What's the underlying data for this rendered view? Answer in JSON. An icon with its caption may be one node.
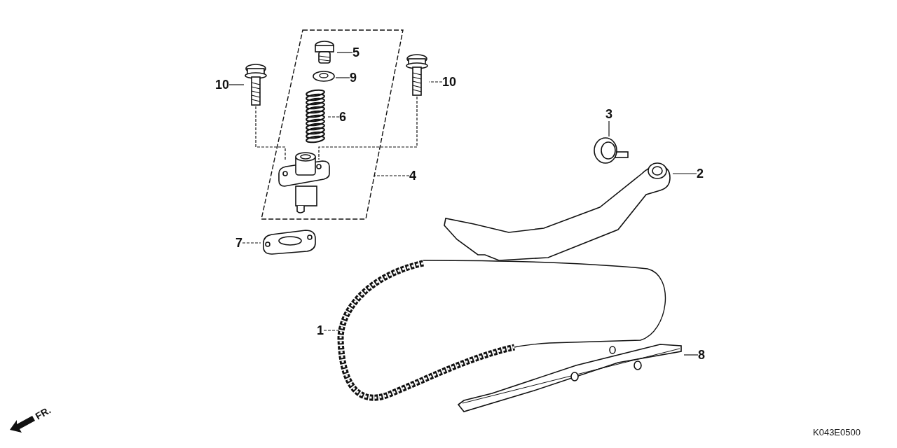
{
  "diagram": {
    "nodes": [
      {
        "text": [],
        "shape": "box"
      },
      {
        "text": [
          "5"
        ],
        "in": 0
      },
      {
        "text": [
          "10"
        ]
      },
      {
        "text": [
          "10"
        ]
      },
      {
        "text": [
          "9"
        ],
        "in": 0
      },
      {
        "text": [
          "6"
        ],
        "in": 0
      },
      {
        "text": [
          "3"
        ]
      },
      {
        "text": [
          "2"
        ]
      },
      {
        "text": [
          "4"
        ]
      },
      {
        "text": [
          "7"
        ]
      },
      {
        "text": [
          "1"
        ]
      },
      {
        "text": [
          "8"
        ]
      },
      {
        "text": [],
        "shape": "picture",
        "in": 0
      },
      {
        "text": [],
        "shape": "picture",
        "in": 0
      },
      {
        "text": [],
        "shape": "picture",
        "in": 0
      },
      {
        "text": [],
        "shape": "picture",
        "in": 0
      },
      {
        "text": [],
        "shape": "picture"
      },
      {
        "text": [],
        "shape": "picture"
      },
      {
        "text": [],
        "shape": "picture"
      },
      {
        "text": [],
        "shape": "picture"
      },
      {
        "text": [],
        "shape": "picture"
      },
      {
        "text": [],
        "shape": "picture"
      },
      {
        "text": [],
        "shape": "picture"
      }
    ],
    "edges": [
      {
        "from": 1,
        "to": 12,
        "arrow": "none"
      },
      {
        "from": 2,
        "to": 16,
        "arrow": "none"
      },
      {
        "from": 3,
        "to": 17,
        "arrow": "none",
        "style": "dashed"
      },
      {
        "from": 4,
        "to": 13,
        "arrow": "none"
      },
      {
        "from": 5,
        "to": 14,
        "arrow": "none",
        "style": "dashed"
      },
      {
        "from": 6,
        "to": 18,
        "arrow": "none"
      },
      {
        "from": 7,
        "to": 19,
        "arrow": "none"
      },
      {
        "from": 8,
        "to": 0,
        "arrow": "none",
        "style": "dashed"
      },
      {
        "from": 9,
        "to": 20,
        "arrow": "none",
        "style": "dashed"
      },
      {
        "from": 10,
        "to": 21,
        "arrow": "none",
        "style": "dashed"
      },
      {
        "from": 11,
        "to": 22,
        "arrow": "none"
      },
      {
        "from": 16,
        "to": 15,
        "arrow": "none",
        "style": "dashed"
      },
      {
        "from": 17,
        "to": 15,
        "arrow": "none",
        "style": "dashed"
      }
    ],
    "labels": [
      "FR.",
      "K043E0500"
    ]
  }
}
